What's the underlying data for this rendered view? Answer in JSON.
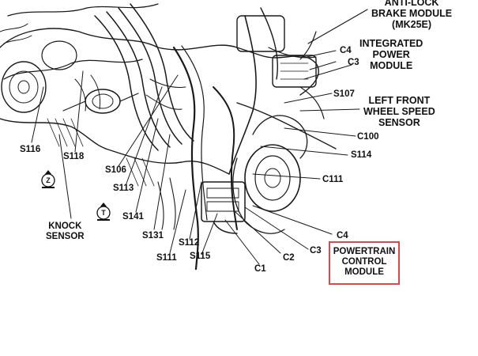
{
  "labels": {
    "anti_lock_brake_module": [
      "ANTI-LOCK",
      "BRAKE MODULE",
      "(MK25E)"
    ],
    "integrated_power_module": [
      "INTEGRATED",
      "POWER",
      "MODULE"
    ],
    "left_front_wheel_speed_sensor": [
      "LEFT FRONT",
      "WHEEL SPEED",
      "SENSOR"
    ],
    "knock_sensor": [
      "KNOCK",
      "SENSOR"
    ],
    "powertrain_control_module": [
      "POWERTRAIN",
      "CONTROL",
      "MODULE"
    ],
    "c4_top": "C4",
    "c3_top": "C3",
    "s107": "S107",
    "c100": "C100",
    "s114": "S114",
    "c111": "C111",
    "c4_bottom": "C4",
    "c3_bottom": "C3",
    "c2": "C2",
    "c1": "C1",
    "s115": "S115",
    "s111": "S111",
    "s112": "S112",
    "s131": "S131",
    "s141": "S141",
    "s113": "S113",
    "s106": "S106",
    "s116": "S116",
    "s118": "S118"
  },
  "view_icons": {
    "z": "Z",
    "t": "T"
  },
  "colors": {
    "highlight_border": "#e0464a",
    "ink": "#111111"
  }
}
